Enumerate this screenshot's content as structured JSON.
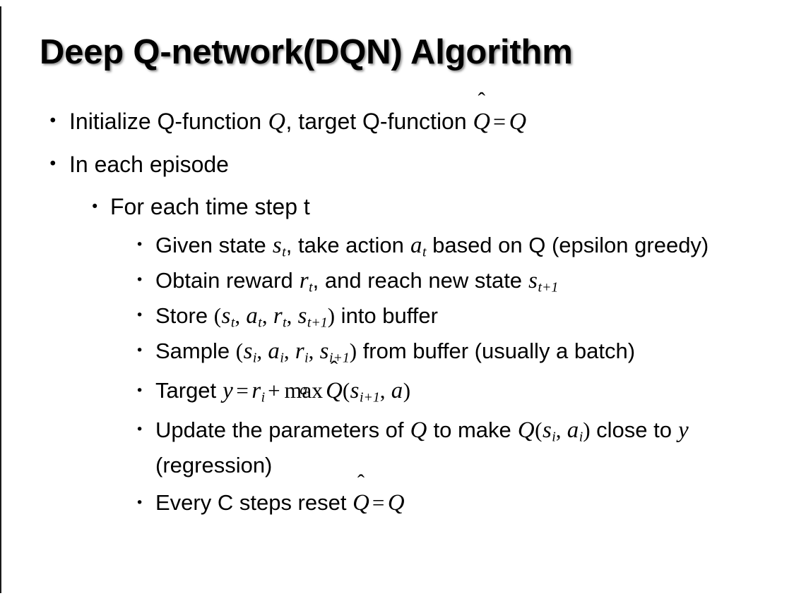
{
  "slide": {
    "title": "Deep Q-network(DQN) Algorithm",
    "bullet_glyph": "•",
    "background_color": "#ffffff",
    "text_color": "#000000",
    "border_color": "#1a1a1a",
    "title_shadow_color": "#787878"
  },
  "content": {
    "l1_initialize": {
      "prefix": "Initialize Q-function ",
      "var_q1": "Q",
      "mid": ", target Q-function ",
      "qhat": "Q",
      "hat": "̂",
      "equals": "=",
      "var_q2": "Q"
    },
    "l1_each_episode": "In each episode",
    "l2_each_time_step": "For each time step t",
    "l3_given_state": {
      "part1": "Given state ",
      "var_s": "s",
      "sub_t": "t",
      "part2": ", take action ",
      "var_a": "a",
      "sub_t2": "t",
      "part3": " based on Q (epsilon greedy)"
    },
    "l3_obtain_reward": {
      "part1": "Obtain reward ",
      "var_r": "r",
      "sub_t": "t",
      "part2": ", and reach new state ",
      "var_s": "s",
      "sub_t1": "t+1"
    },
    "l3_store": {
      "part1": "Store ",
      "open": "(",
      "var_s": "s",
      "sub_t": "t",
      "comma1": ", ",
      "var_a": "a",
      "sub_t2": "t",
      "comma2": ", ",
      "var_r": "r",
      "sub_t3": "t",
      "comma3": ", ",
      "var_s2": "s",
      "sub_t4": "t+1",
      "close": ")",
      "part2": " into buffer"
    },
    "l3_sample": {
      "part1": "Sample ",
      "open": "(",
      "var_s": "s",
      "sub_i": "i",
      "comma1": ", ",
      "var_a": "a",
      "sub_i2": "i",
      "comma2": ", ",
      "var_r": "r",
      "sub_i3": "i",
      "comma3": ", ",
      "var_s2": "s",
      "sub_i4": "i+1",
      "close": ")",
      "part2": " from buffer (usually a batch)"
    },
    "l3_target": {
      "part1": "Target ",
      "var_y": "y",
      "equals": "=",
      "var_r": "r",
      "sub_i": "i",
      "plus": "+",
      "max_op": "max",
      "max_limit": "a",
      "qhat": "Q",
      "hat": "̂",
      "open": "(",
      "var_s": "s",
      "sub_i1": "i+1",
      "comma": ", ",
      "var_a": "a",
      "close": ")"
    },
    "l3_update": {
      "part1": "Update the parameters of ",
      "var_q1": "Q",
      "part2": " to make ",
      "var_q2": "Q",
      "open": "(",
      "var_s": "s",
      "sub_i": "i",
      "comma": ", ",
      "var_a": "a",
      "sub_i2": "i",
      "close": ")",
      "part3": " close to ",
      "var_y": "y",
      "part4": " (regression)"
    },
    "l3_reset": {
      "part1": "Every C steps reset ",
      "qhat": "Q",
      "hat": "̂",
      "equals": "=",
      "var_q": "Q"
    }
  }
}
